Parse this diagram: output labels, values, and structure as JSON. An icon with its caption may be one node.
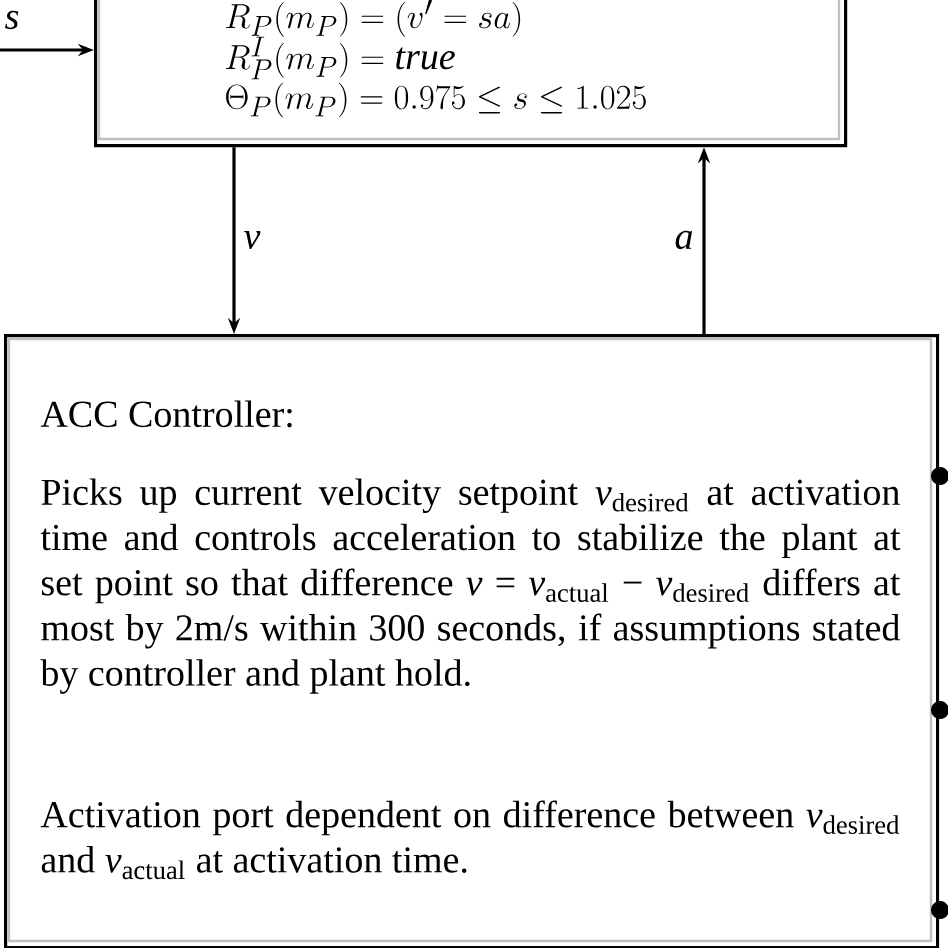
{
  "diagram": {
    "nodes": [
      {
        "text": [
          "R_P(m_P) = (v' = sa)",
          "R^I_P(m_P) = \\mathit{true}",
          "\\Theta_P(m_P) = 0.975 \\leq s \\leq 1.025"
        ]
      },
      {
        "text": [
          "ACC Controller:",
          "Picks up current velocity setpoint *v*$_{desired}$ at activation time and controls acceleration to stabilize the plant at set point so that difference *v* = *v*$_{actual}$ − *v*$_{desired}$ differs at most by 2m/s within 300 seconds, if assumptions stated by controller and plant hold.",
          "Activation port dependent on difference between *v*$_{desired}$ and *v*$_{actual}$ at activation time."
        ]
      },
      {
        "text": [],
        "shape": "circle"
      },
      {
        "text": [],
        "shape": "circle"
      },
      {
        "text": [],
        "shape": "circle"
      }
    ],
    "edges": [
      {
        "from": null,
        "to": 0,
        "arrow": "to",
        "label": "s"
      },
      {
        "from": 0,
        "to": 1,
        "arrow": "to",
        "label": "v"
      },
      {
        "from": 1,
        "to": 0,
        "arrow": "to",
        "label": "a"
      }
    ]
  }
}
